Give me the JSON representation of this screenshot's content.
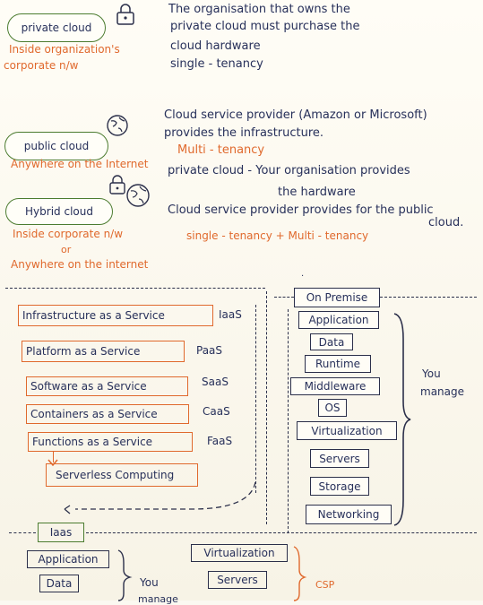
{
  "private_section": {
    "cloud_label": "private cloud",
    "loc_line1": "Inside organization's",
    "loc_line2": "corporate n/w",
    "desc_line1": "The organisation that owns the",
    "desc_line2": "private cloud must purchase the",
    "desc_line3": "cloud hardware",
    "desc_line4": "single - tenancy"
  },
  "public_section": {
    "cloud_label": "public cloud",
    "location": "Anywhere on the Internet",
    "desc_line1": "Cloud service provider (Amazon or Microsoft)",
    "desc_line2": "provides the infrastructure.",
    "desc_line3": "Multi - tenancy"
  },
  "hybrid_section": {
    "cloud_label": "Hybrid cloud",
    "loc_line1": "Inside corporate n/w",
    "loc_or": "or",
    "loc_line2": "Anywhere on the internet",
    "desc_line1": "private cloud - Your organisation provides",
    "desc_line2": "the hardware",
    "desc_line3": "Cloud service provider provides for the public",
    "desc_line3b": "cloud.",
    "desc_tenancy": "single - tenancy + Multi - tenancy"
  },
  "services": [
    {
      "label": "Infrastructure as a Service",
      "abbr": "IaaS"
    },
    {
      "label": "Platform as a Service",
      "abbr": "PaaS"
    },
    {
      "label": "Software as a Service",
      "abbr": "SaaS"
    },
    {
      "label": "Containers as a Service",
      "abbr": "CaaS"
    },
    {
      "label": "Functions as a Service",
      "abbr": "FaaS"
    }
  ],
  "serverless": "Serverless Computing",
  "on_premise": {
    "title": "On Premise",
    "stack": [
      "Application",
      "Data",
      "Runtime",
      "Middleware",
      "OS",
      "Virtualization",
      "Servers",
      "Storage",
      "Networking"
    ],
    "you_manage_1": "You",
    "you_manage_2": "manage"
  },
  "iaas": {
    "title": "Iaas",
    "left_stack": [
      "Application",
      "Data"
    ],
    "right_stack": [
      "Virtualization",
      "Servers"
    ],
    "you": "You",
    "csp": "CSP",
    "cut_text": "manage"
  }
}
